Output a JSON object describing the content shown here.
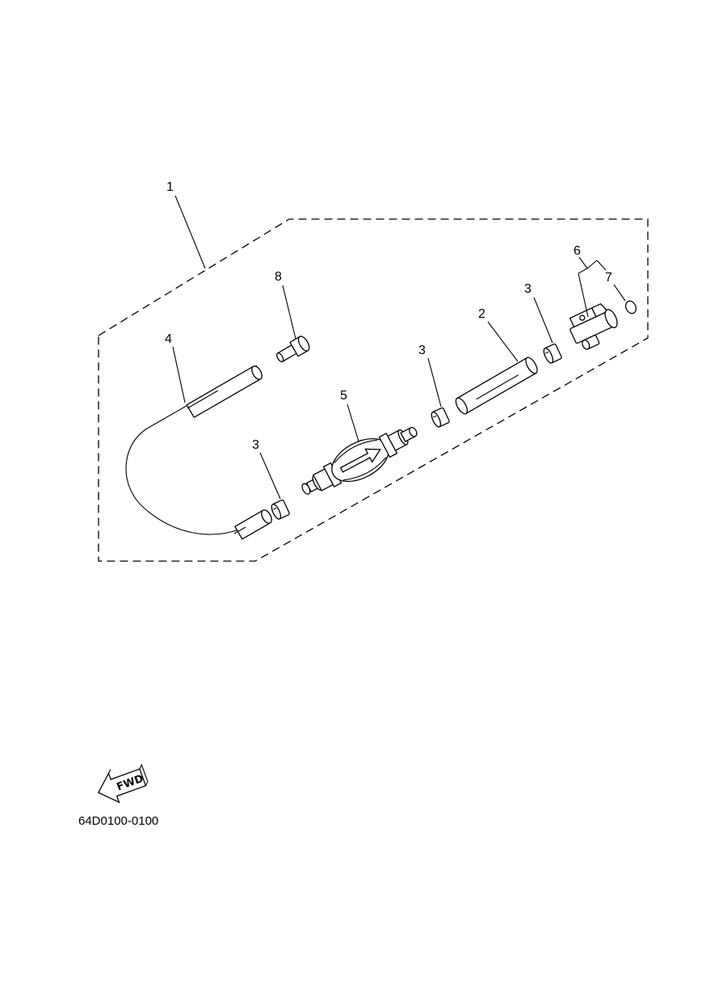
{
  "callouts": {
    "c1": "1",
    "c2": "2",
    "c3a": "3",
    "c3b": "3",
    "c3c": "3",
    "c4": "4",
    "c5": "5",
    "c6": "6",
    "c7": "7",
    "c8": "8"
  },
  "fwd_label": "FWD",
  "diagram_code": "64D0100-0100",
  "icons": {
    "fwd_arrow": "fwd-arrow-icon"
  }
}
